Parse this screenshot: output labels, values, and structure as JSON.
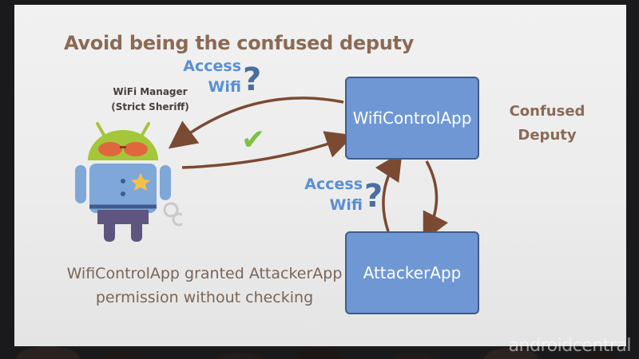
{
  "slide": {
    "title": "Avoid being the confused deputy",
    "wifi_manager": {
      "line1": "WiFi Manager",
      "line2": "(Strict Sheriff)"
    },
    "access_top": {
      "line1": "Access",
      "line2": "Wifi",
      "mark": "?"
    },
    "access_right": {
      "line1": "Access",
      "line2": "Wifi",
      "mark": "?"
    },
    "box_wifi": "WifiControlApp",
    "box_attacker": "AttackerApp",
    "confused": {
      "line1": "Confused",
      "line2": "Deputy"
    },
    "caption": {
      "line1": "WifiControlApp granted AttackerApp",
      "line2": "permission without checking"
    },
    "check_mark": "✔"
  },
  "watermark": "androidcentral",
  "colors": {
    "title": "#8b6a55",
    "access": "#5a8fd3",
    "box_fill": "#6f97d3",
    "arrow": "#7b4a33",
    "check": "#7cc144"
  }
}
